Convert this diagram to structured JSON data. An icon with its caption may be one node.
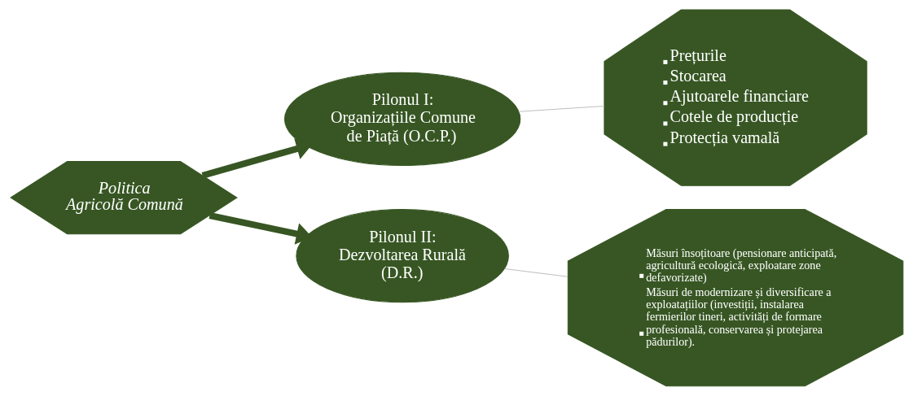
{
  "diagram": {
    "nodes": [
      {
        "text": [
          "Politica Agricolă Comună"
        ]
      },
      {
        "text": [
          "Pilonul I: Organizațiile Comune de Piață (O.C.P.)"
        ]
      },
      {
        "text": [
          "Pilonul II: Dezvoltarea Rurală (D.R.)"
        ]
      },
      {
        "text": [
          "Prețurile",
          "Stocarea",
          "Ajutoarele financiare",
          "Cotele de producție",
          "Protecția vamală"
        ]
      },
      {
        "text": [
          "Măsuri însoțitoare (pensionare anticipată, agricultură ecologică, exploatare zone defavorizate)",
          "Măsuri de modernizare și diversificare a exploatațiilor (investiții, instalarea fermierilor tineri, activități de formare profesională, conservarea și protejarea pădurilor)."
        ]
      }
    ],
    "edges": [
      {
        "from": 0,
        "to": 1,
        "arrow": "to",
        "style": "thick",
        "color": "#375623"
      },
      {
        "from": 0,
        "to": 2,
        "arrow": "to",
        "style": "thick",
        "color": "#375623"
      },
      {
        "from": 1,
        "to": 3,
        "arrow": "none",
        "color": "#bfbfbf"
      },
      {
        "from": 2,
        "to": 4,
        "arrow": "none",
        "color": "#bfbfbf"
      }
    ]
  }
}
